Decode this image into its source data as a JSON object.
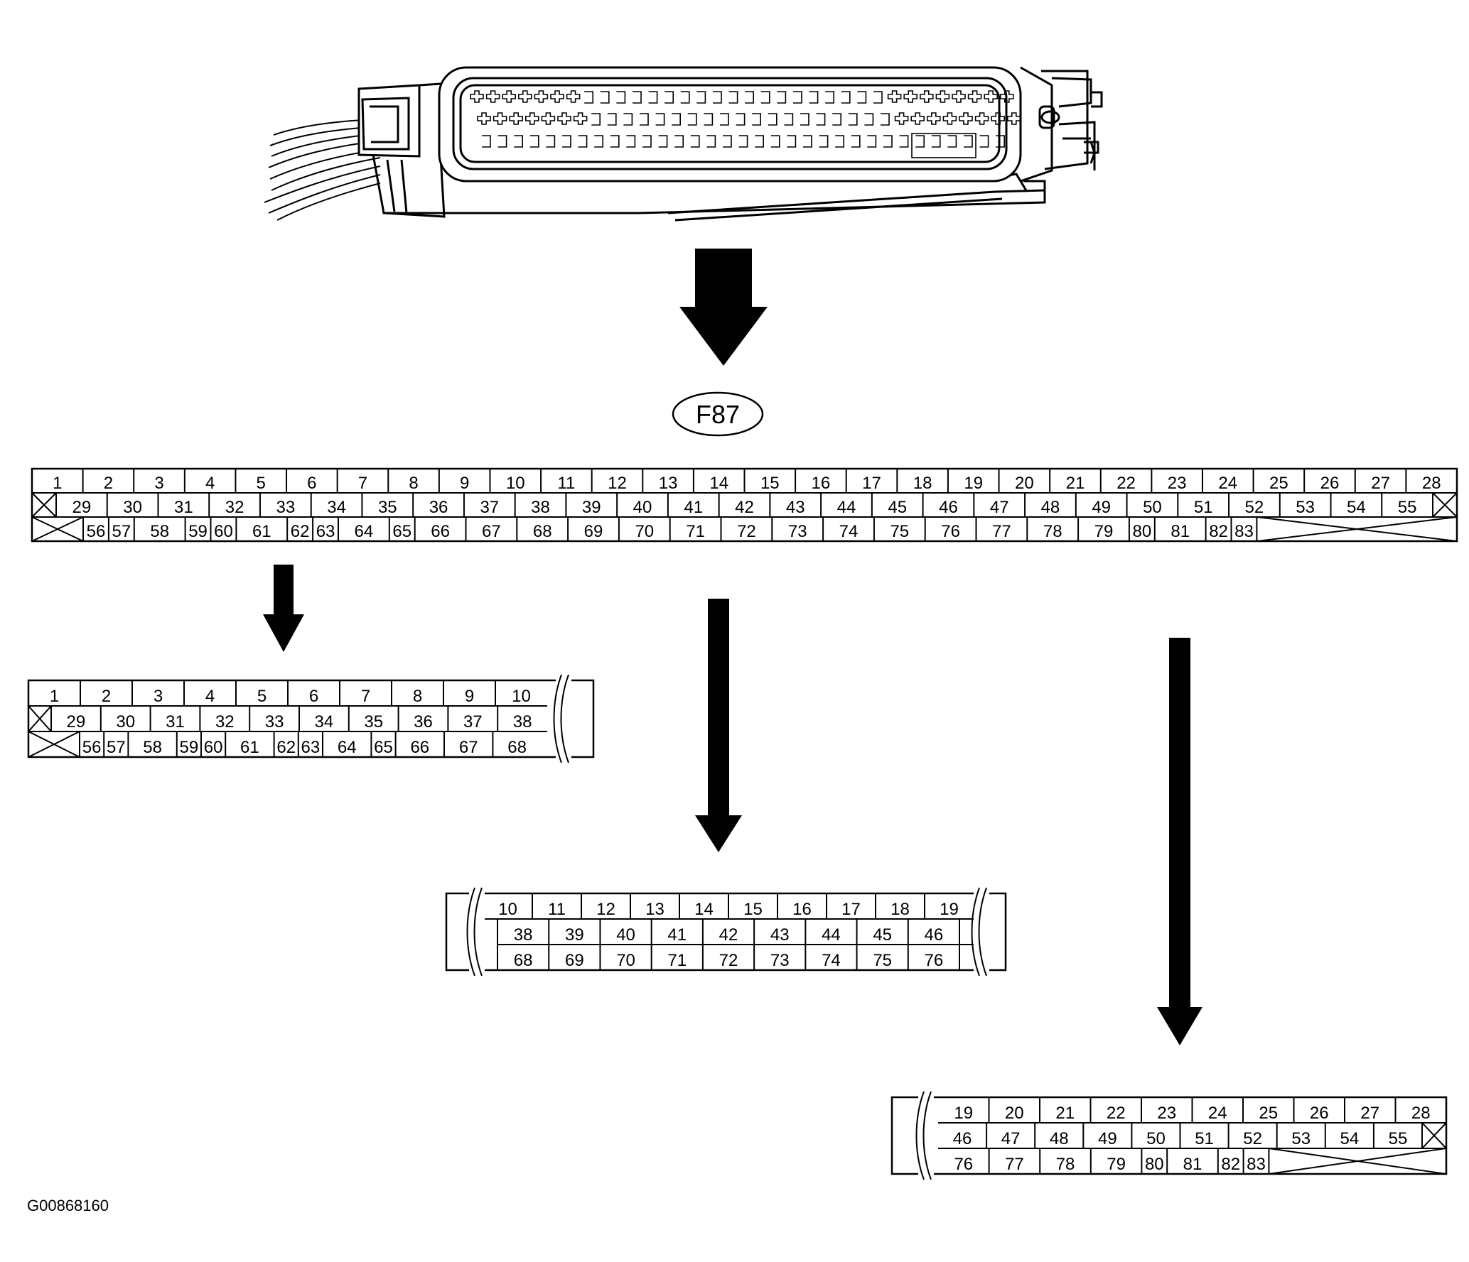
{
  "connector_label": "F87",
  "figure_id": "G00868160",
  "full_connector": {
    "row1": [
      "1",
      "2",
      "3",
      "4",
      "5",
      "6",
      "7",
      "8",
      "9",
      "10",
      "11",
      "12",
      "13",
      "14",
      "15",
      "16",
      "17",
      "18",
      "19",
      "20",
      "21",
      "22",
      "23",
      "24",
      "25",
      "26",
      "27",
      "28"
    ],
    "row2": [
      "29",
      "30",
      "31",
      "32",
      "33",
      "34",
      "35",
      "36",
      "37",
      "38",
      "39",
      "40",
      "41",
      "42",
      "43",
      "44",
      "45",
      "46",
      "47",
      "48",
      "49",
      "50",
      "51",
      "52",
      "53",
      "54",
      "55"
    ],
    "row3": [
      "56",
      "57",
      "58",
      "59",
      "60",
      "61",
      "62",
      "63",
      "64",
      "65",
      "66",
      "67",
      "68",
      "69",
      "70",
      "71",
      "72",
      "73",
      "74",
      "75",
      "76",
      "77",
      "78",
      "79",
      "80",
      "81",
      "82",
      "83"
    ]
  },
  "detail_left": {
    "row1": [
      "1",
      "2",
      "3",
      "4",
      "5",
      "6",
      "7",
      "8",
      "9",
      "10"
    ],
    "row2": [
      "29",
      "30",
      "31",
      "32",
      "33",
      "34",
      "35",
      "36",
      "37",
      "38"
    ],
    "row3": [
      "56",
      "57",
      "58",
      "59",
      "60",
      "61",
      "62",
      "63",
      "64",
      "65",
      "66",
      "67",
      "68"
    ]
  },
  "detail_middle": {
    "row1": [
      "10",
      "11",
      "12",
      "13",
      "14",
      "15",
      "16",
      "17",
      "18",
      "19"
    ],
    "row2": [
      "38",
      "39",
      "40",
      "41",
      "42",
      "43",
      "44",
      "45",
      "46"
    ],
    "row3": [
      "68",
      "69",
      "70",
      "71",
      "72",
      "73",
      "74",
      "75",
      "76"
    ]
  },
  "detail_right": {
    "row1": [
      "19",
      "20",
      "21",
      "22",
      "23",
      "24",
      "25",
      "26",
      "27",
      "28"
    ],
    "row2": [
      "46",
      "47",
      "48",
      "49",
      "50",
      "51",
      "52",
      "53",
      "54",
      "55"
    ],
    "row3": [
      "76",
      "77",
      "78",
      "79",
      "80",
      "81",
      "82",
      "83"
    ]
  }
}
